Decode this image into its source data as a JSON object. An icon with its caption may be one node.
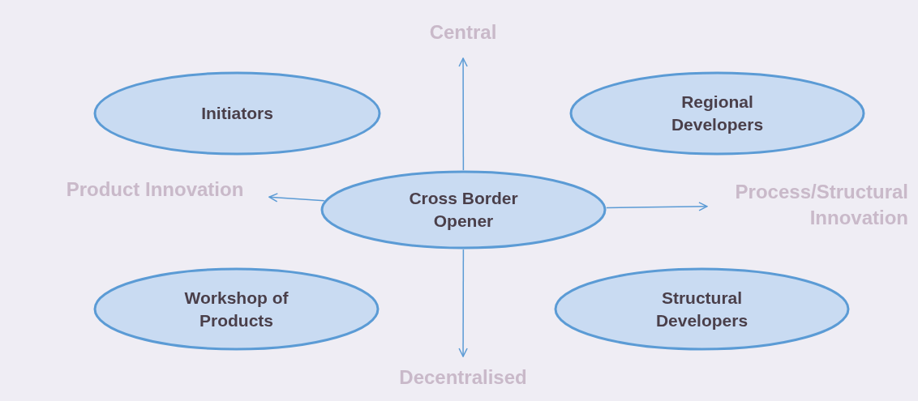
{
  "diagram": {
    "nodes": [
      {
        "text": [
          "Central"
        ]
      },
      {
        "text": [
          "Initiators"
        ]
      },
      {
        "text": [
          "Regional Developers"
        ]
      },
      {
        "text": [
          "Product Innovation"
        ]
      },
      {
        "text": [
          "Cross Border Opener"
        ]
      },
      {
        "text": [
          "Process/Structural Innovation"
        ]
      },
      {
        "text": [
          "Workshop of Products"
        ]
      },
      {
        "text": [
          "Structural Developers"
        ]
      },
      {
        "text": [
          "Decentralised"
        ]
      }
    ],
    "edges": [
      {
        "from": 4,
        "to": 0,
        "arrow": "to"
      },
      {
        "from": 4,
        "to": 3,
        "arrow": "to"
      },
      {
        "from": 4,
        "to": 5,
        "arrow": "to"
      },
      {
        "from": 4,
        "to": 8,
        "arrow": "to"
      }
    ]
  }
}
